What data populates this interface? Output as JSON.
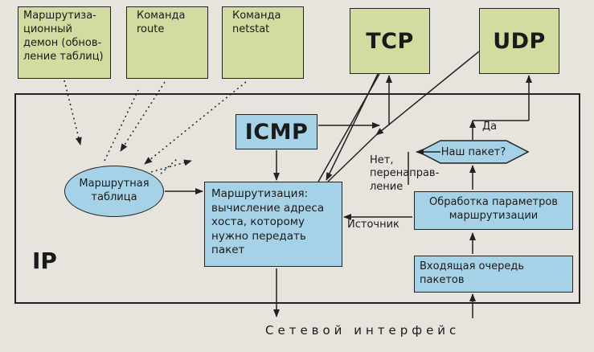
{
  "top_boxes": {
    "routing_daemon": "Маршрутиза-\nционный\nдемон (обнов-\nление таблиц)",
    "route_cmd": "Команда\nroute",
    "netstat_cmd": "Команда\nnetstat",
    "tcp": "TCP",
    "udp": "UDP"
  },
  "ip": {
    "icmp": "ICMP",
    "routing_table": "Маршрутная\nтаблица",
    "routing_calc": "Маршрутизация:\nвычисление адреса\nхоста, которому\nнужно передать\nпакет",
    "our_packet": "Наш пакет?",
    "yes": "Да",
    "no_redirect": "Нет,\nперенаправ-\nление",
    "source": "Источник",
    "route_options": "Обработка параметров\nмаршрутизации",
    "input_queue": "Входящая очередь\nпакетов",
    "ip_label": "IP"
  },
  "network_interface": "Сетевой интерфейс",
  "colors": {
    "transport_green": "#d2dca0",
    "ip_blue": "#a6d2e8",
    "background": "#e6e4dd",
    "line": "#222222"
  }
}
